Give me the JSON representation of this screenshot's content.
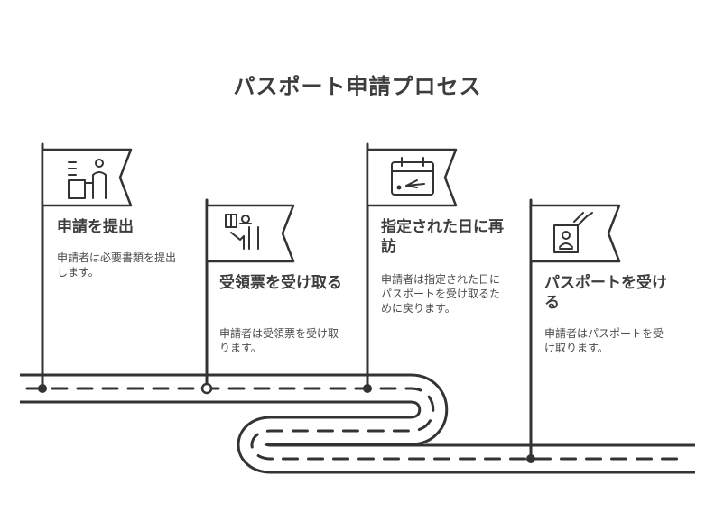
{
  "title": "パスポート申請プロセス",
  "steps": [
    {
      "title": "申請を提出",
      "description": "申請者は必要書類を提出します。",
      "icon": "document-submission-icon"
    },
    {
      "title": "受領票を受け取る",
      "description": "申請者は受領票を受け取ります。",
      "icon": "receipt-handover-icon"
    },
    {
      "title": "指定された日に再訪",
      "description": "申請者は指定された日にパスポートを受け取るために戻ります。",
      "icon": "calendar-return-icon"
    },
    {
      "title": "パスポートを受ける",
      "description": "申請者はパスポートを受け取ります。",
      "icon": "passport-card-icon"
    }
  ],
  "colors": {
    "ink": "#333333",
    "text": "#3d3d3d",
    "background": "#ffffff"
  }
}
